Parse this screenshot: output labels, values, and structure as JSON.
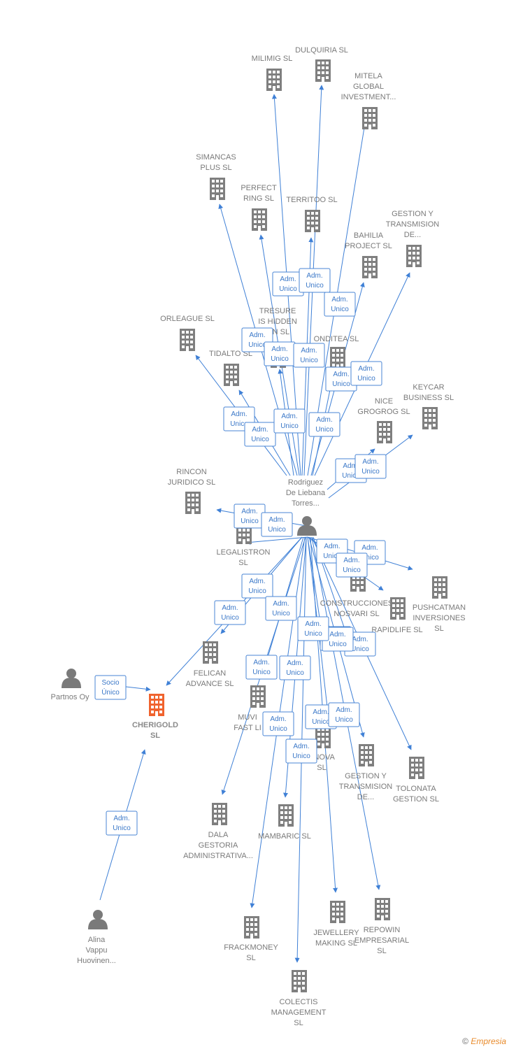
{
  "colors": {
    "edge": "#3f80d6",
    "company": "#7f7f7f",
    "highlight": "#f0632e",
    "person": "#7a7a7a"
  },
  "nodes": [
    {
      "id": "milimig",
      "kind": "company",
      "label": [
        "MILIMIG  SL"
      ]
    },
    {
      "id": "dulquiria",
      "kind": "company",
      "label": [
        "DULQUIRIA  SL"
      ]
    },
    {
      "id": "mitela",
      "kind": "company",
      "label": [
        "MITELA",
        "GLOBAL",
        "INVESTMENT..."
      ]
    },
    {
      "id": "simancas",
      "kind": "company",
      "label": [
        "SIMANCAS",
        "PLUS  SL"
      ]
    },
    {
      "id": "perfect",
      "kind": "company",
      "label": [
        "PERFECT",
        "RING  SL"
      ]
    },
    {
      "id": "territoo",
      "kind": "company",
      "label": [
        "TERRITOO  SL"
      ]
    },
    {
      "id": "gestion1",
      "kind": "company",
      "label": [
        "GESTION Y",
        "TRANSMISION",
        "DE..."
      ]
    },
    {
      "id": "bahilia",
      "kind": "company",
      "label": [
        "BAHILIA",
        "PROJECT  SL"
      ]
    },
    {
      "id": "orleague",
      "kind": "company",
      "label": [
        "ORLEAGUE  SL"
      ]
    },
    {
      "id": "tresure",
      "kind": "company",
      "label": [
        "TRESURE",
        "IS HIDDEN",
        "TIN  SL"
      ]
    },
    {
      "id": "onditea",
      "kind": "company",
      "label": [
        "ONDITEA  SL"
      ]
    },
    {
      "id": "tidalto",
      "kind": "company",
      "label": [
        "TIDALTO  SL"
      ]
    },
    {
      "id": "keycar",
      "kind": "company",
      "label": [
        "KEYCAR",
        "BUSINESS  SL"
      ]
    },
    {
      "id": "nice",
      "kind": "company",
      "label": [
        "NICE",
        "GROGROG  SL"
      ]
    },
    {
      "id": "rincon",
      "kind": "company",
      "label": [
        "RINCON",
        "JURIDICO SL"
      ]
    },
    {
      "id": "rodriguez",
      "kind": "person",
      "label": [
        "Rodriguez",
        "De Liebana",
        "Torres..."
      ]
    },
    {
      "id": "legalistron",
      "kind": "company",
      "label": [
        "LEGALISTRON",
        "SL"
      ]
    },
    {
      "id": "pushcatman",
      "kind": "company",
      "label": [
        "PUSHCATMAN",
        "INVERSIONES",
        "SL"
      ]
    },
    {
      "id": "construcciones",
      "kind": "company",
      "label": [
        "CONSTRUCCIONES",
        "NOSVARI SL"
      ]
    },
    {
      "id": "rapidlife",
      "kind": "company",
      "label": [
        "RAPIDLIFE  SL"
      ]
    },
    {
      "id": "felican",
      "kind": "company",
      "label": [
        "FELICAN",
        "ADVANCE  SL"
      ]
    },
    {
      "id": "partnos",
      "kind": "person",
      "label": [
        "Partnos Oy"
      ]
    },
    {
      "id": "cherigold",
      "kind": "main",
      "label": [
        "CHERIGOLD",
        "SL"
      ]
    },
    {
      "id": "muvi",
      "kind": "company",
      "label": [
        "MUVI",
        "FAST LI"
      ]
    },
    {
      "id": "anova",
      "kind": "company",
      "label": [
        "ANOVA",
        "SL"
      ]
    },
    {
      "id": "gestion2",
      "kind": "company",
      "label": [
        "GESTION Y",
        "TRANSMISION",
        "DE..."
      ]
    },
    {
      "id": "tolonata",
      "kind": "company",
      "label": [
        "TOLONATA",
        "GESTION  SL"
      ]
    },
    {
      "id": "dala",
      "kind": "company",
      "label": [
        "DALA",
        "GESTORIA",
        "ADMINISTRATIVA..."
      ]
    },
    {
      "id": "mambaric",
      "kind": "company",
      "label": [
        "MAMBARIC  SL"
      ]
    },
    {
      "id": "alina",
      "kind": "person",
      "label": [
        "Alina",
        "Vappu",
        "Huovinen..."
      ]
    },
    {
      "id": "frackmoney",
      "kind": "company",
      "label": [
        "FRACKMONEY",
        "SL"
      ]
    },
    {
      "id": "jewellery",
      "kind": "company",
      "label": [
        "JEWELLERY",
        "MAKING  SL"
      ]
    },
    {
      "id": "repowin",
      "kind": "company",
      "label": [
        "REPOWIN",
        "EMPRESARIAL",
        "SL"
      ]
    },
    {
      "id": "colectis",
      "kind": "company",
      "label": [
        "COLECTIS",
        "MANAGEMENT",
        "SL"
      ]
    }
  ],
  "edge_labels": [
    [
      "Adm.",
      "Unico"
    ],
    [
      "Adm.",
      "Unico"
    ],
    [
      "Adm.",
      "Unico"
    ],
    [
      "Adm.",
      "Unico"
    ],
    [
      "Adm.",
      "Unico"
    ],
    [
      "Adm.",
      "Unico"
    ],
    [
      "Adm.",
      "Unico"
    ],
    [
      "Adm.",
      "Unico"
    ],
    [
      "Adm.",
      "Unico"
    ],
    [
      "Adm.",
      "Unico"
    ],
    [
      "Adm.",
      "Unico"
    ],
    [
      "Adm.",
      "Unico"
    ],
    [
      "Adm.",
      "Unico"
    ],
    [
      "Adm.",
      "Unico"
    ],
    [
      "Adm.",
      "Unico"
    ],
    [
      "Adm.",
      "Unico"
    ],
    [
      "Adm.",
      "Unico"
    ],
    [
      "Adm.",
      "Unico"
    ],
    [
      "Adm.",
      "Unico"
    ],
    [
      "Adm.",
      "Unico"
    ],
    [
      "Adm.",
      "Unico"
    ],
    [
      "Adm.",
      "Unico"
    ],
    [
      "Adm.",
      "Unico"
    ],
    [
      "Adm.",
      "Unico"
    ],
    [
      "Adm.",
      "Unico"
    ],
    [
      "Adm.",
      "Unico"
    ],
    [
      "Adm.",
      "Unico"
    ],
    [
      "Adm.",
      "Unico"
    ],
    [
      "Adm.",
      "Unico"
    ],
    [
      "Adm.",
      "Unico"
    ],
    [
      "Adm.",
      "Unico"
    ],
    [
      "Adm.",
      "Unico"
    ],
    [
      "Adm.",
      "Unico"
    ],
    [
      "Socio",
      "Único"
    ],
    [
      "Adm.",
      "Unico"
    ]
  ],
  "footer": {
    "copyright": "©",
    "brand": "Empresia"
  }
}
